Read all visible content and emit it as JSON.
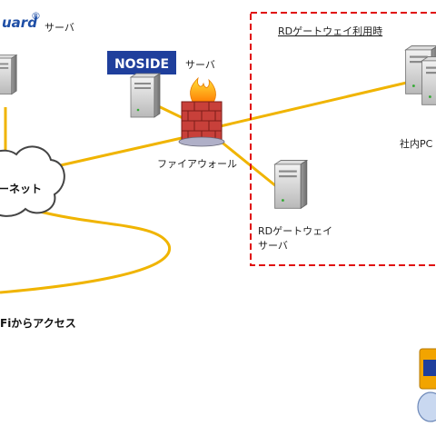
{
  "labels": {
    "left_server_brand": "uard",
    "left_server_reg": "®",
    "left_server_suffix": "サーバ",
    "noside_logo": "NOSIDE",
    "noside_suffix": "サーバ",
    "firewall": "ファイアウォール",
    "internet_cloud": "ーネット",
    "wifi_access": "Fiからアクセス",
    "rd_box_title": "RDゲートウェイ利用時",
    "pc_label": "社内PC",
    "rd_gateway_line1": "RDゲートウェイ",
    "rd_gateway_line2": "サーバ"
  },
  "colors": {
    "connection_line": "#f0b400",
    "dashed_border": "#e01010",
    "noside_logo_bg": "#1f3f9c",
    "left_brand_text": "#1f4fa6"
  }
}
